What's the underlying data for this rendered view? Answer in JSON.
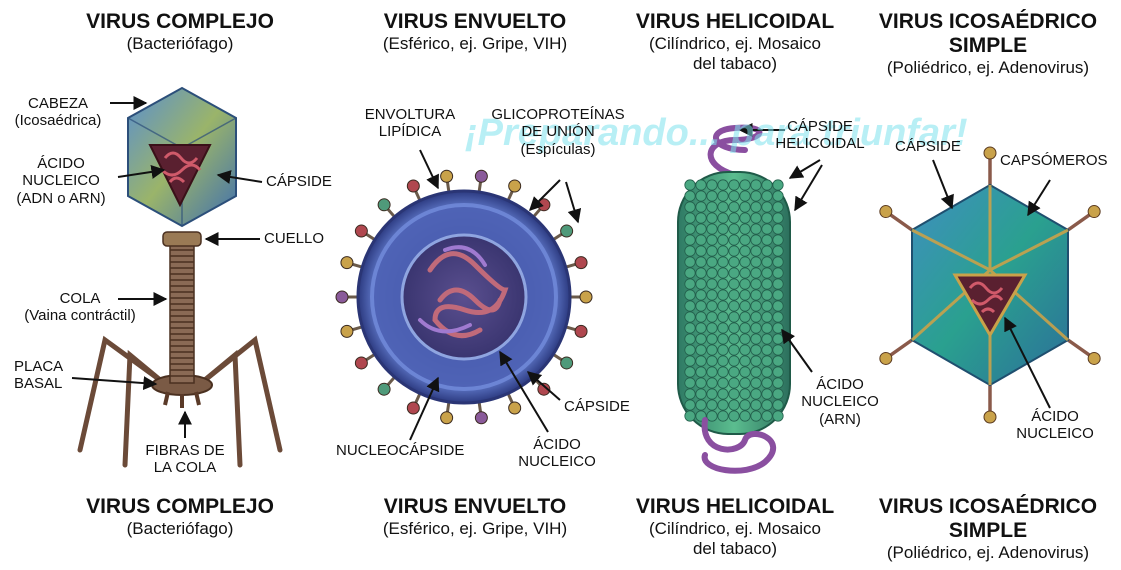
{
  "watermark": "¡Preparando... para triunfar!",
  "panels": [
    {
      "title": "VIRUS COMPLEJO",
      "subtitle": "(Bacteriófago)",
      "labels": {
        "head": "CABEZA\n(Icosaédrica)",
        "nucleic_acid": "ÁCIDO\nNUCLEICO\n(ADN o ARN)",
        "capsid": "CÁPSIDE",
        "neck": "CUELLO",
        "tail": "COLA\n(Vaina contráctil)",
        "base_plate": "PLACA\nBASAL",
        "tail_fibers": "FIBRAS DE\nLA COLA"
      }
    },
    {
      "title": "VIRUS ENVUELTO",
      "subtitle": "(Esférico, ej. Gripe, VIH)",
      "labels": {
        "lipid_envelope": "ENVOLTURA\nLIPÍDICA",
        "glycoproteins": "GLICOPROTEÍNAS\nDE UNIÓN\n(Espículas)",
        "capsid": "CÁPSIDE",
        "nucleocapsid": "NUCLEOCÁPSIDE",
        "nucleic_acid": "ÁCIDO\nNUCLEICO"
      }
    },
    {
      "title": "VIRUS HELICOIDAL",
      "subtitle": "(Cilíndrico, ej. Mosaico\ndel tabaco)",
      "labels": {
        "helical_capsid": "CÁPSIDE\nHELICOIDAL",
        "nucleic_acid": "ÁCIDO\nNUCLEICO\n(ARN)"
      }
    },
    {
      "title": "VIRUS ICOSAÉDRICO\nSIMPLE",
      "subtitle": "(Poliédrico, ej. Adenovirus)",
      "labels": {
        "capsid": "CÁPSIDE",
        "capsomeres": "CAPSÓMEROS",
        "nucleic_acid": "ÁCIDO\nNUCLEICO"
      }
    }
  ],
  "colors": {
    "arrow": "#111111",
    "phage_head": "#4f7fb8",
    "phage_tail": "#8a6a55",
    "envelope": "#3f4fa0",
    "helix_capsid": "#3f9a78",
    "rna": "#8a4fa0",
    "icosa": "#2e8f9a",
    "spike": "#c9a24a"
  }
}
